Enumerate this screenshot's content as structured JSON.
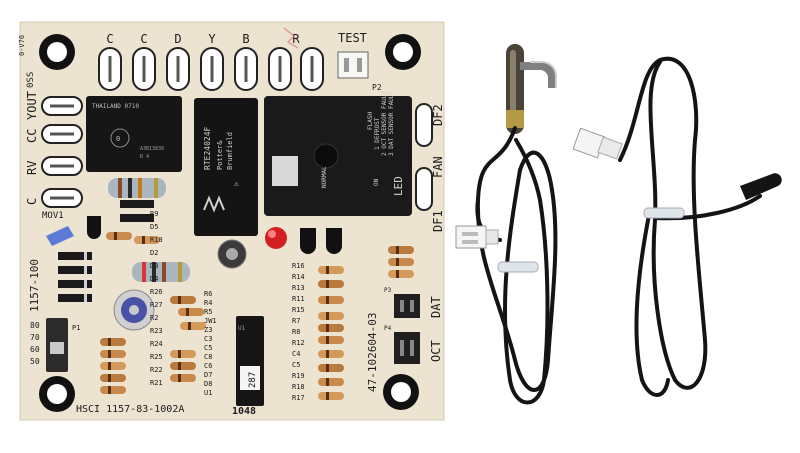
{
  "board": {
    "terminals_top": [
      "C",
      "C",
      "D",
      "Y",
      "B",
      "R"
    ],
    "test_label": "TEST",
    "p2_label": "P2",
    "terminals_left": [
      "YOUT",
      "CC",
      "RV",
      "C"
    ],
    "terminal_prefix": "0SS",
    "board_id_vertical": "1157-100",
    "part_number_vertical": "47-102604-03",
    "bottom_text": "HSCI 1157-83-1002A",
    "date_code": "1048",
    "chip_label": "287",
    "relay1_lines": [
      "THAILAND  0710",
      "0"
    ],
    "relay2_lines": [
      "RTE24024F",
      "Potter&",
      "Brumfield"
    ],
    "led_label": "LED",
    "led_states": [
      "NORMAL",
      "ON"
    ],
    "fault_legend": [
      "FLASH",
      "1 DEFROST",
      "2 OCT SENSOR FAULT",
      "3 DAT SENSOR FAULT"
    ],
    "side_labels": [
      "DF2",
      "FAN",
      "DF1"
    ],
    "connector_labels": [
      "DAT",
      "OCT"
    ],
    "p3_label": "P3",
    "p4_label": "P4",
    "p1_label": "P1",
    "mov_label": "MOV1",
    "dip_values": [
      "80",
      "70",
      "60",
      "50"
    ],
    "refs_left": [
      "R9",
      "D5",
      "R10",
      "D2",
      "D3",
      "D4",
      "R26",
      "R27",
      "R2",
      "R23",
      "R24",
      "R25",
      "R22",
      "R21"
    ],
    "refs_mid": [
      "R6",
      "R4",
      "R5",
      "JW1",
      "Z3",
      "C3",
      "C5",
      "C8",
      "C6",
      "D7",
      "D8",
      "U1"
    ],
    "refs_right": [
      "R16",
      "R14",
      "R13",
      "R11",
      "R15",
      "R7",
      "R8",
      "R12",
      "C4",
      "C5",
      "R19",
      "R18",
      "R17"
    ],
    "label_color": "#1c1c1c",
    "board_color": "#ece3d1"
  },
  "sensor_clip": {
    "connector_name": "white-plug-icon",
    "cable_color": "#141414",
    "tie_color": "#dfe6ea"
  },
  "sensor_probe": {
    "connector_name": "white-plug-icon",
    "cable_color": "#141414"
  }
}
